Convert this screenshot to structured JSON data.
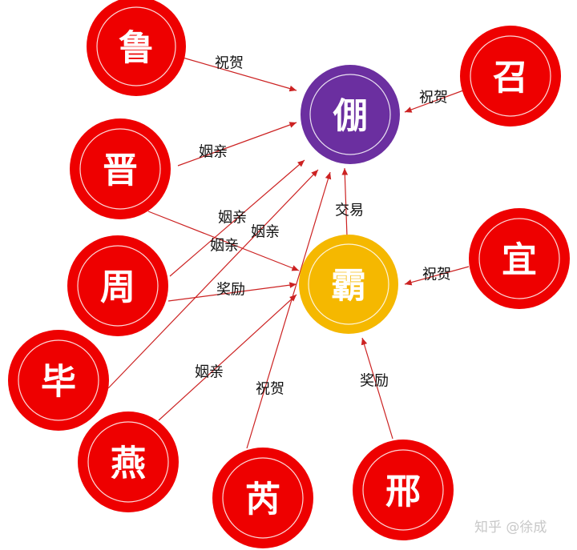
{
  "colors": {
    "vassal": "#ee0000",
    "king": "#6b2fa0",
    "hegemon": "#f5b800",
    "edge": "#cc2222"
  },
  "nodes": {
    "lu": "鲁",
    "zhao": "召",
    "peng": "倗",
    "jin": "晋",
    "zhou": "周",
    "ba": "霸",
    "yi": "宜",
    "bi": "毕",
    "yan": "燕",
    "rui": "芮",
    "xing": "邢"
  },
  "edges": {
    "lu_peng": "祝贺",
    "zhao_peng": "祝贺",
    "jin_peng": "姻亲",
    "zhou_peng": "姻亲",
    "jin_ba": "姻亲",
    "bi_peng": "姻亲",
    "ba_peng": "交易",
    "zhou_ba": "奖励",
    "yi_ba": "祝贺",
    "yan_ba": "姻亲",
    "rui_peng": "祝贺",
    "xing_ba": "奖励"
  },
  "watermark": "知乎 @徐成"
}
